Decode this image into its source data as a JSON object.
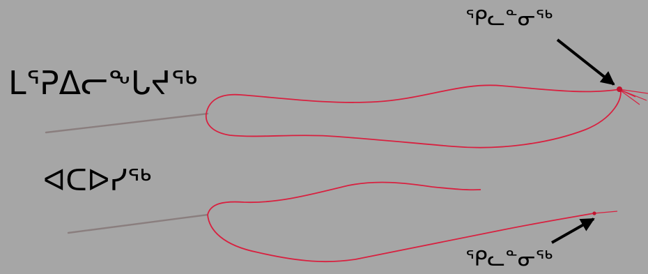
{
  "labels": {
    "top_left": "ᒪᕐᕈᐃᓕᖕᒐᔪᖅ",
    "bottom_left": "ᐊᑕᐅᓯᖅ",
    "knot_top": "ᕿᓚᓐᓂᖅ",
    "knot_bottom": "ᕿᓚᓐᓂᖅ"
  },
  "colors": {
    "background": "#a6a6a6",
    "thread": "#d8203f",
    "needle": "#8a7e7e",
    "arrow": "#000000"
  }
}
